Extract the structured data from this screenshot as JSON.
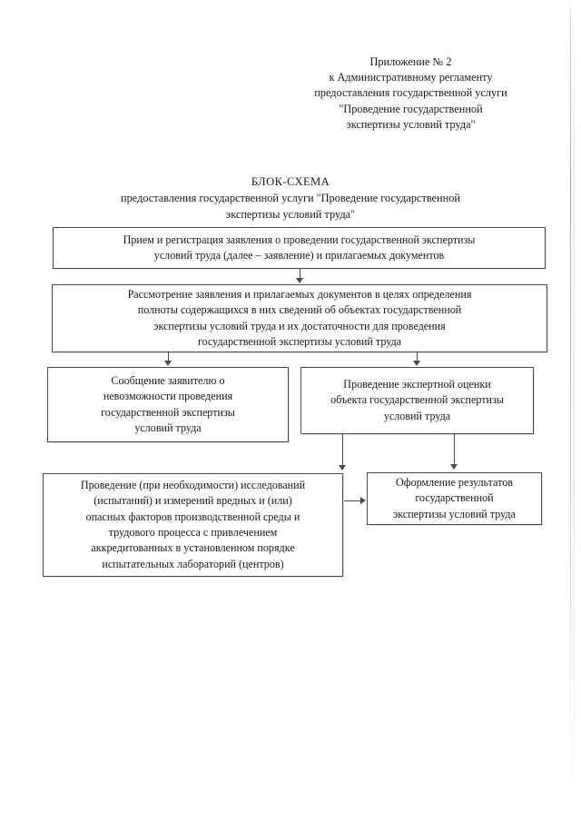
{
  "document": {
    "header": {
      "lines": [
        "Приложение № 2",
        "к Административному регламенту",
        "предоставления государственной услуги",
        "\"Проведение государственной",
        "экспертизы условий труда\""
      ]
    },
    "title": {
      "main": "БЛОК-СХЕМА",
      "sub_lines": [
        "предоставления государственной услуги \"Проведение государственной",
        "экспертизы условий труда\""
      ]
    }
  },
  "flowchart": {
    "boxes": [
      {
        "id": "box1",
        "lines": [
          "Прием и регистрация заявления о проведении государственной экспертизы",
          "условий труда (далее – заявление) и прилагаемых документов"
        ]
      },
      {
        "id": "box2",
        "lines": [
          "Рассмотрение заявления и прилагаемых документов в целях определения",
          "полноты содержащихся в них сведений об объектах государственной",
          "экспертизы условий труда и их достаточности для проведения",
          "государственной экспертизы условий труда"
        ]
      },
      {
        "id": "box3",
        "lines": [
          "Сообщение заявителю о",
          "невозможности проведения",
          "государственной экспертизы",
          "условий труда"
        ]
      },
      {
        "id": "box4",
        "lines": [
          "Проведение экспертной оценки",
          "объекта государственной экспертизы",
          "условий труда"
        ]
      },
      {
        "id": "box5",
        "lines": [
          "Проведение (при необходимости) исследований",
          "(испытаний) и измерений вредных и (или)",
          "опасных факторов производственной среды и",
          "трудового процесса с привлечением",
          "аккредитованных в установленном порядке",
          "испытательных лабораторий (центров)"
        ]
      },
      {
        "id": "box6",
        "lines": [
          "Оформление результатов",
          "государственной",
          "экспертизы условий труда"
        ]
      }
    ],
    "connectors": [
      {
        "id": "c1",
        "from": "box1",
        "to": "box2",
        "direction": "down"
      },
      {
        "id": "c2",
        "from": "box2",
        "to": "box3",
        "direction": "down"
      },
      {
        "id": "c3",
        "from": "box2",
        "to": "box4",
        "direction": "down"
      },
      {
        "id": "c4",
        "from": "box4",
        "to": "box5",
        "direction": "down"
      },
      {
        "id": "c5",
        "from": "box4",
        "to": "box6",
        "direction": "down"
      },
      {
        "id": "c6",
        "from": "box5",
        "to": "box6",
        "direction": "right"
      }
    ]
  },
  "colors": {
    "ink": "#1a1a1a",
    "stroke": "#4a4a4a",
    "paper": "#ffffff"
  }
}
